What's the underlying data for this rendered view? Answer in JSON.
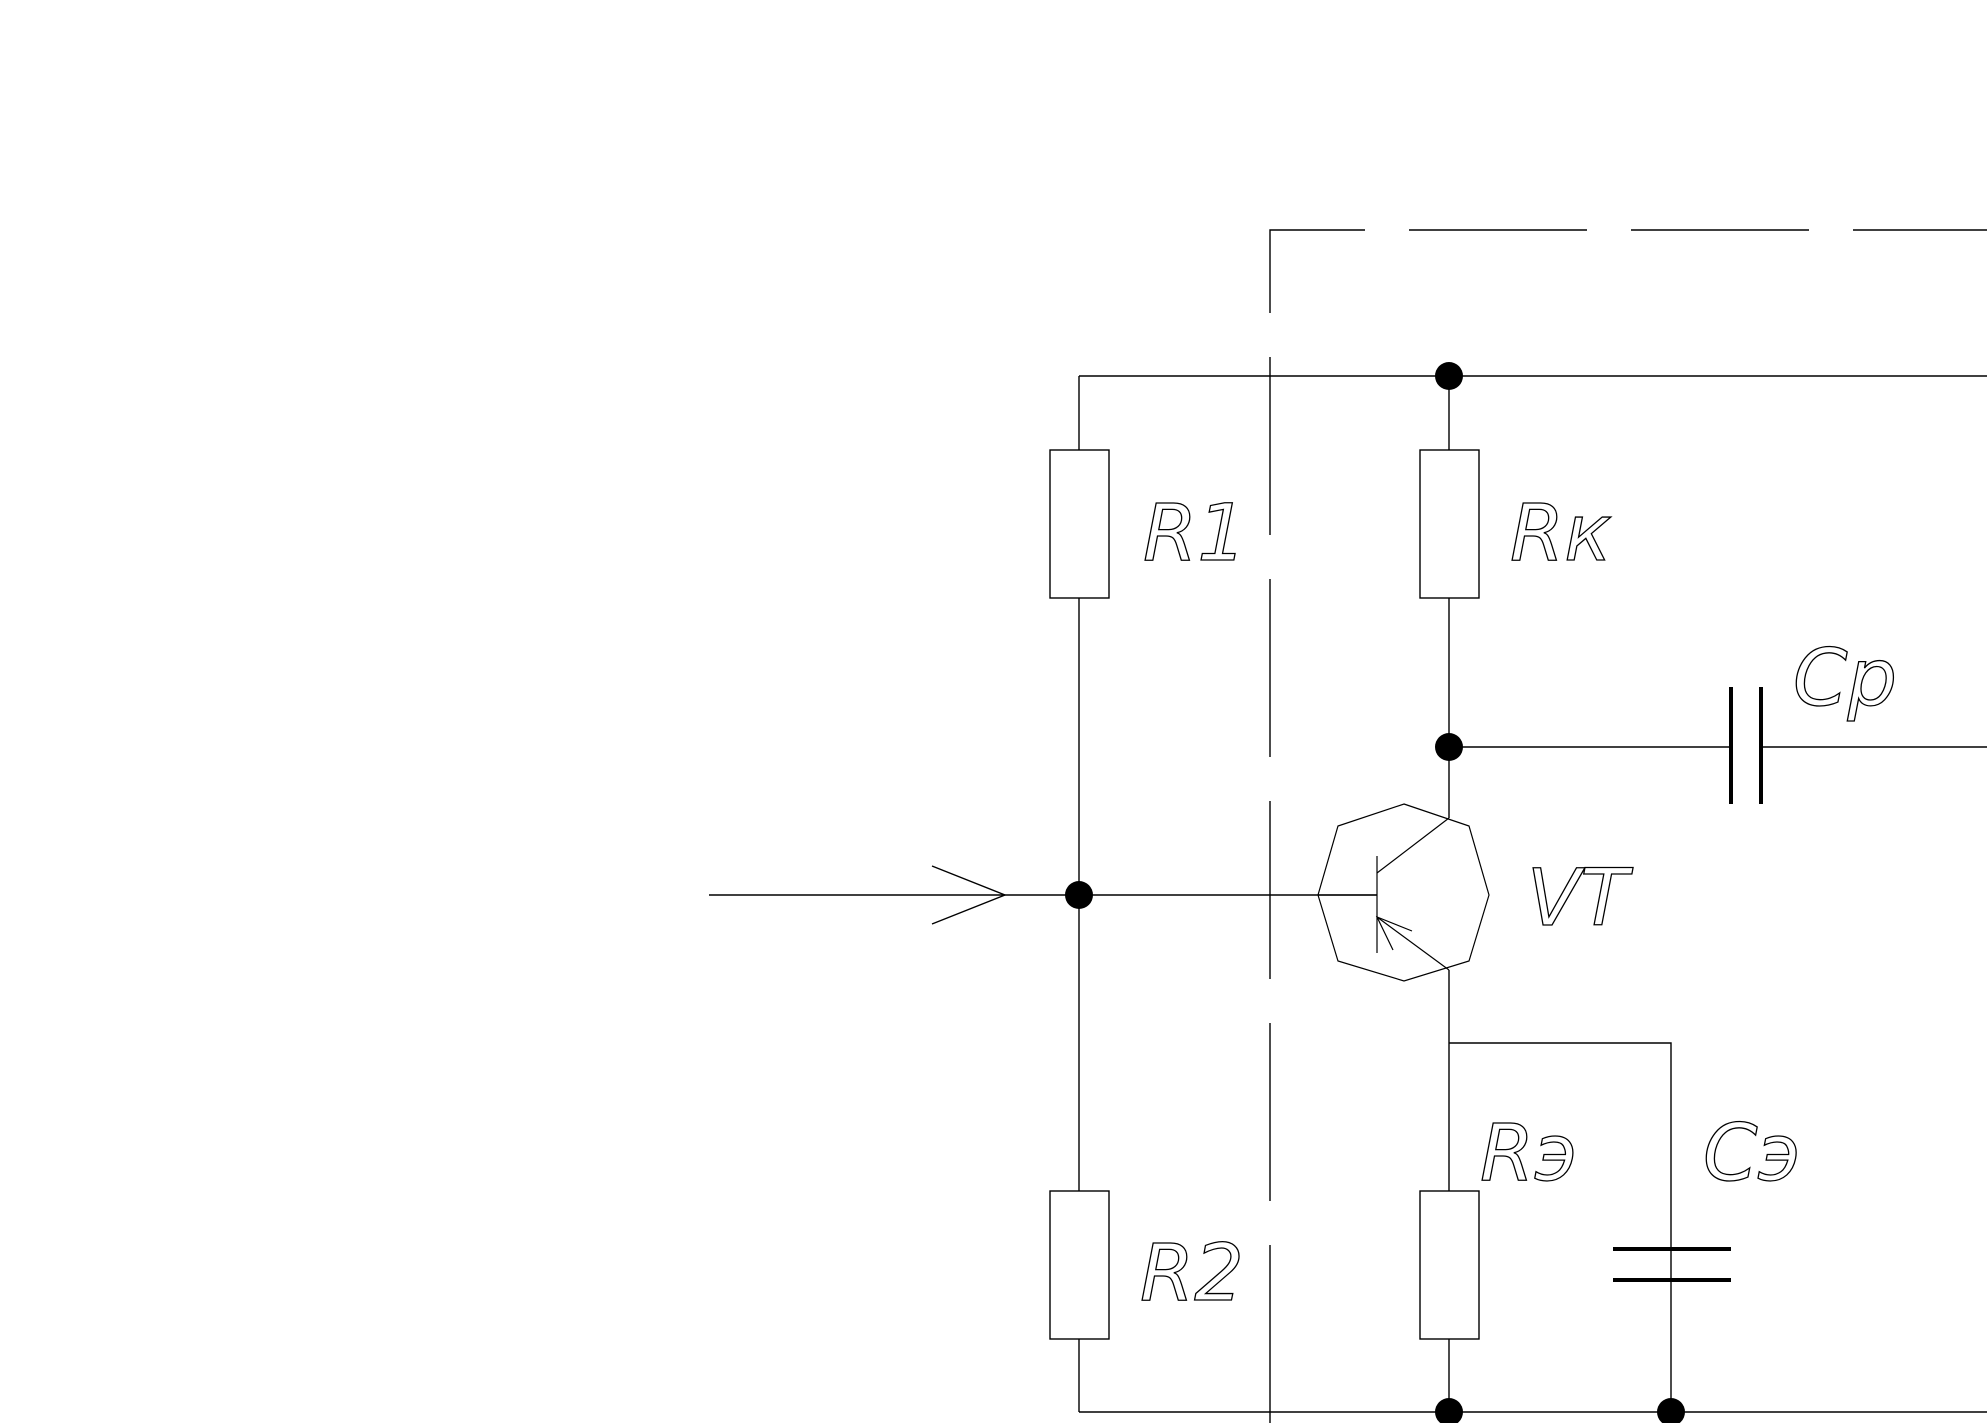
{
  "components": {
    "R1": "R1",
    "R2": "R2",
    "Rk": "Rк",
    "Re": "Rэ",
    "Cp": "Cp",
    "Ce": "Cэ",
    "VT": "VT"
  }
}
